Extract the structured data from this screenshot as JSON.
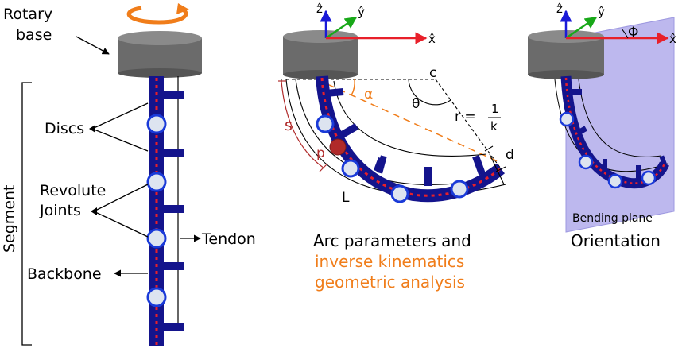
{
  "panel_left": {
    "rotary_base": [
      "Rotary",
      "base"
    ],
    "discs": "Discs",
    "revolute_joints": [
      "Revolute",
      "Joints"
    ],
    "tendon": "Tendon",
    "backbone": "Backbone",
    "segment": "Segment"
  },
  "panel_middle": {
    "axis_z": "ẑ",
    "axis_y": "ŷ",
    "axis_x": "x̂",
    "c": "c",
    "alpha": "α",
    "theta": "θ",
    "s": "s",
    "p": "p",
    "r_prefix": "r =",
    "r_num": "1",
    "r_den": "k",
    "d": "d",
    "L": "L",
    "caption": [
      "Arc parameters and",
      "inverse kinematics",
      "geometric analysis"
    ]
  },
  "panel_right": {
    "axis_z": "ẑ",
    "axis_y": "ŷ",
    "axis_x": "x̂",
    "phi": "Φ",
    "plane": "Bending plane",
    "caption": "Orientation"
  },
  "colors": {
    "backbone": "#14148c",
    "dash": "#e8202a",
    "disc_fill": "#dde4f0",
    "disc_stroke": "#1a3ad8",
    "base_fill": "#6b6b6b",
    "base_top": "#8a8a8a",
    "orange": "#f07d1a",
    "axis_red": "#e8202a",
    "axis_green": "#18a818",
    "axis_blue": "#1a1ad8",
    "dark_red": "#b02a2a",
    "plane": "#bdb8ee"
  }
}
